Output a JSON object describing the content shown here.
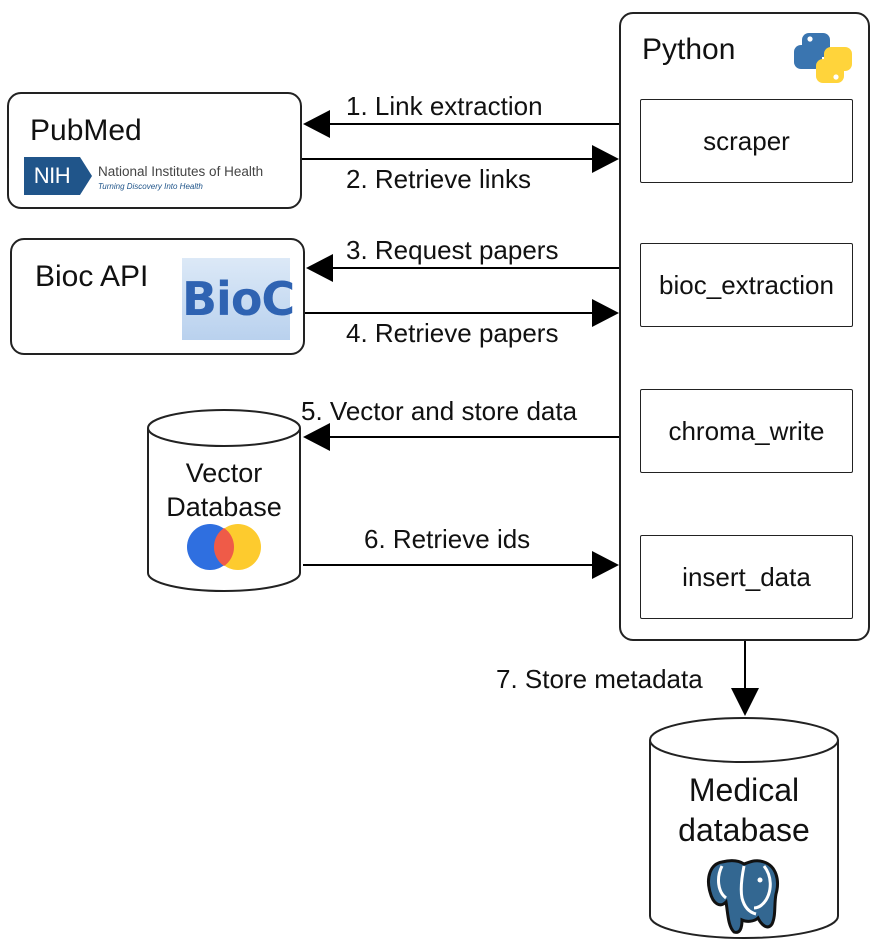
{
  "python": {
    "title": "Python",
    "modules": [
      "scraper",
      "bioc_extraction",
      "chroma_write",
      "insert_data"
    ]
  },
  "pubmed": {
    "title": "PubMed",
    "nih_logo": {
      "abbr": "NIH",
      "name": "National Institutes of Health",
      "tagline": "Turning Discovery Into Health"
    }
  },
  "bioc": {
    "title": "Bioc API",
    "logo_text": "BioC"
  },
  "vector_db": {
    "line1": "Vector",
    "line2": "Database"
  },
  "medical_db": {
    "line1": "Medical",
    "line2": "database"
  },
  "steps": [
    "1. Link extraction",
    "2. Retrieve links",
    "3. Request papers",
    "4. Retrieve papers",
    "5. Vector and store data",
    "6. Retrieve ids",
    "7. Store metadata"
  ],
  "icons": {
    "python": "python-logo-icon",
    "chroma": "chroma-logo-icon",
    "postgres": "postgresql-elephant-icon"
  },
  "colors": {
    "nih_blue": "#20558a",
    "bioc_bg": "#c9dcf2",
    "bioc_text": "#2f63b2",
    "python_blue": "#3a75b0",
    "python_yellow": "#ffd43b",
    "chroma_blue": "#2f6fe0",
    "chroma_red": "#ef5b48",
    "chroma_yellow": "#fdcb2e",
    "postgres_blue": "#336791"
  }
}
